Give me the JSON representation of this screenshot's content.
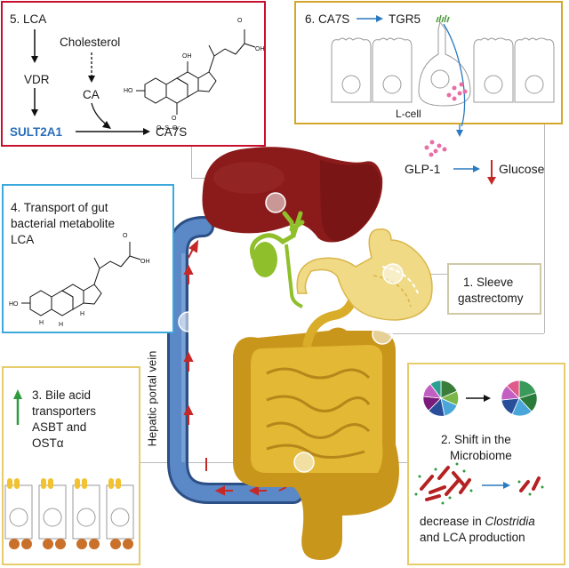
{
  "colors": {
    "box5_border": "#c8102e",
    "box6_border": "#d4a72c",
    "box4_border": "#3ca9dc",
    "box3_border": "#e6cc6a",
    "box2_border": "#e6cc6a",
    "box1_border": "#cfc9a8",
    "sult2a1": "#2a6fb8",
    "arrow_blue": "#2a7ac0",
    "arrow_red": "#c62828",
    "arrow_green": "#2e9b3f",
    "liver": "#8b1a1a",
    "gallbladder": "#8fbf2a",
    "stomach": "#f4e7a6",
    "intestine": "#d9ad2a",
    "portal_vein": "#4a76b4"
  },
  "box5": {
    "title": "5. LCA",
    "vdr": "VDR",
    "enzyme": "SULT2A1",
    "cholesterol": "Cholesterol",
    "ca": "CA",
    "product": "CA7S",
    "chem_labels": {
      "oh": "OH",
      "ho": "HO",
      "o": "O",
      "os": "O–S–O⁻"
    }
  },
  "box6": {
    "title": "6. CA7S",
    "receptor": "TGR5",
    "cell_label": "L-cell"
  },
  "glp1": {
    "hormone": "GLP-1",
    "outcome": "Glucose"
  },
  "box4": {
    "title_line1": "4. Transport of gut",
    "title_line2": "bacterial metabolite",
    "title_line3": "LCA",
    "chem_labels": {
      "oh": "OH",
      "o": "O",
      "ho": "HO",
      "h": "H"
    }
  },
  "box3": {
    "line1": "3. Bile acid",
    "line2": "transporters",
    "line3": "ASBT and",
    "line4": "OSTα"
  },
  "box2": {
    "title_line1": "2. Shift in the",
    "title_line2": "Microbiome",
    "caption_pre": "decrease in ",
    "caption_italic": "Clostridia",
    "caption_line2": "and LCA production"
  },
  "box1": {
    "line1": "1. Sleeve",
    "line2": "gastrectomy"
  },
  "vein_label": "Hepatic portal vein",
  "icons": [
    "arrow-down-icon",
    "dashed-arrow-down-icon",
    "arrow-right-icon",
    "liver-icon",
    "gallbladder-icon",
    "stomach-icon",
    "intestine-icon",
    "portal-vein-icon",
    "pie-chart-icon",
    "bacteria-icon",
    "l-cell-icon",
    "enterocyte-icon",
    "glp1-granule-icon"
  ]
}
